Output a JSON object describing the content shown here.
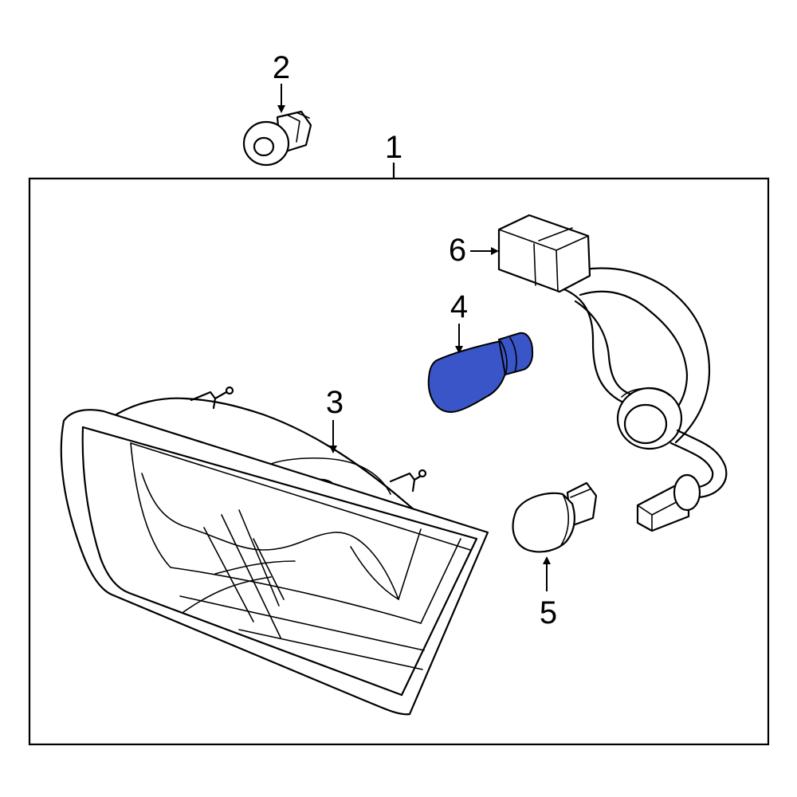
{
  "diagram": {
    "callouts": {
      "c1": "1",
      "c2": "2",
      "c3": "3",
      "c4": "4",
      "c5": "5",
      "c6": "6"
    },
    "highlight_color": "#3a55c8",
    "highlighted_part": "4"
  }
}
